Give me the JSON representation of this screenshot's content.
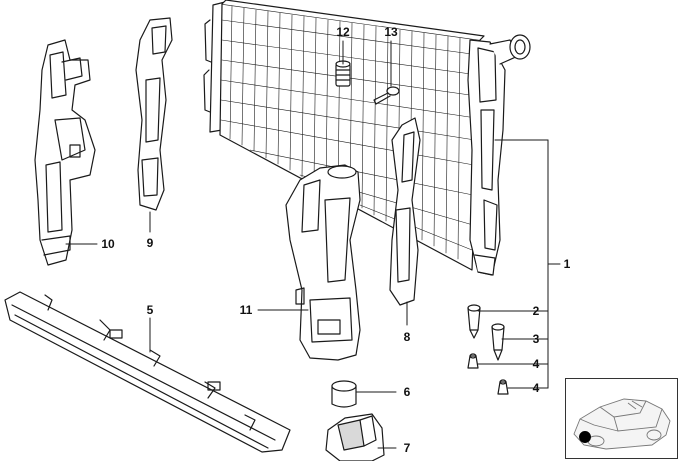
{
  "diagram": {
    "callouts": {
      "c1": "1",
      "c2": "2",
      "c3": "3",
      "c4a": "4",
      "c4b": "4",
      "c5": "5",
      "c6": "6",
      "c7": "7",
      "c8": "8",
      "c9": "9",
      "c10": "10",
      "c11": "11",
      "c12": "12",
      "c13": "13"
    },
    "colors": {
      "line": "#1a1a1a",
      "fill": "#ffffff",
      "shade": "#d9d9d9",
      "marker": "#000000"
    }
  }
}
